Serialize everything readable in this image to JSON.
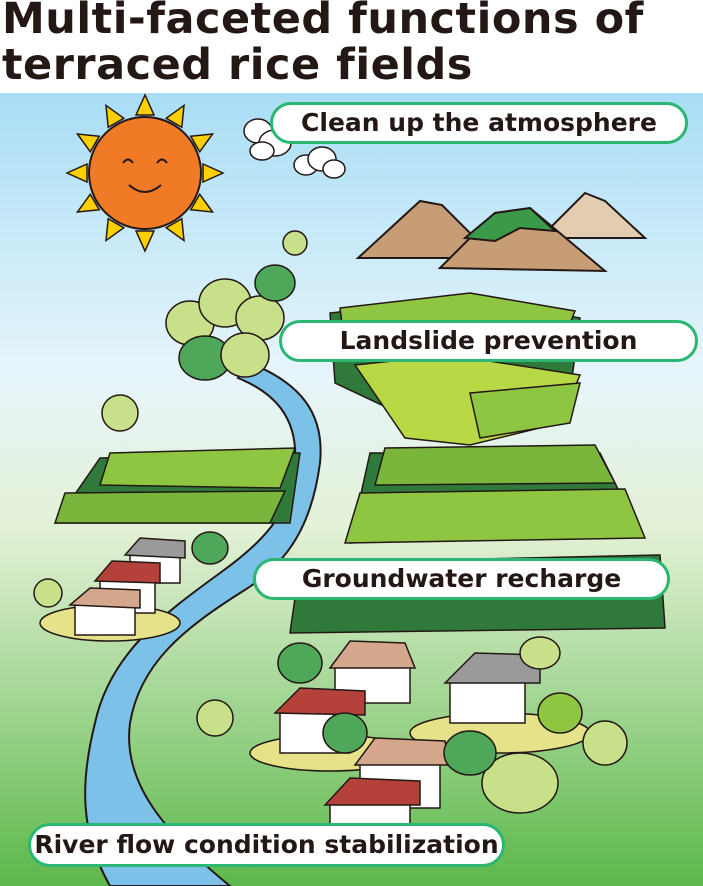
{
  "title": {
    "line1": "Multi-faceted functions of",
    "line2": "terraced rice fields"
  },
  "labels": {
    "atmosphere": "Clean up the atmosphere",
    "landslide": "Landslide prevention",
    "groundwater": "Groundwater recharge",
    "river": "River flow condition stabilization"
  },
  "colors": {
    "label_border": "#2bb673",
    "sky": "#a9ddf5",
    "field_green": "#8ec641",
    "river": "#7cc2e8",
    "sun": "#f07a26"
  }
}
